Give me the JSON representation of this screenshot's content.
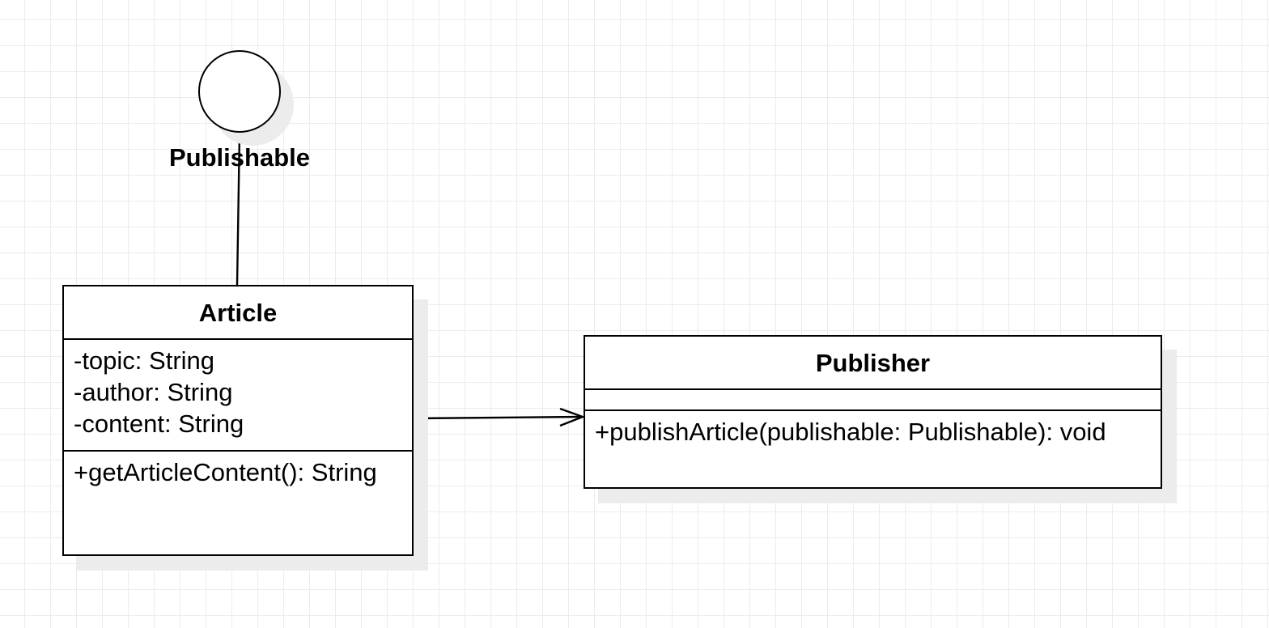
{
  "diagram": {
    "interface": {
      "name": "Publishable"
    },
    "classes": {
      "article": {
        "name": "Article",
        "attributes": [
          "-topic: String",
          "-author: String",
          "-content: String"
        ],
        "operations": [
          "+getArticleContent(): String"
        ]
      },
      "publisher": {
        "name": "Publisher",
        "attributes": [],
        "operations": [
          "+publishArticle(publishable: Publishable): void"
        ]
      }
    },
    "relationships": [
      {
        "type": "interface-realization",
        "from": "Article",
        "to": "Publishable"
      },
      {
        "type": "directed-association",
        "from": "Article",
        "to": "Publisher"
      }
    ]
  }
}
